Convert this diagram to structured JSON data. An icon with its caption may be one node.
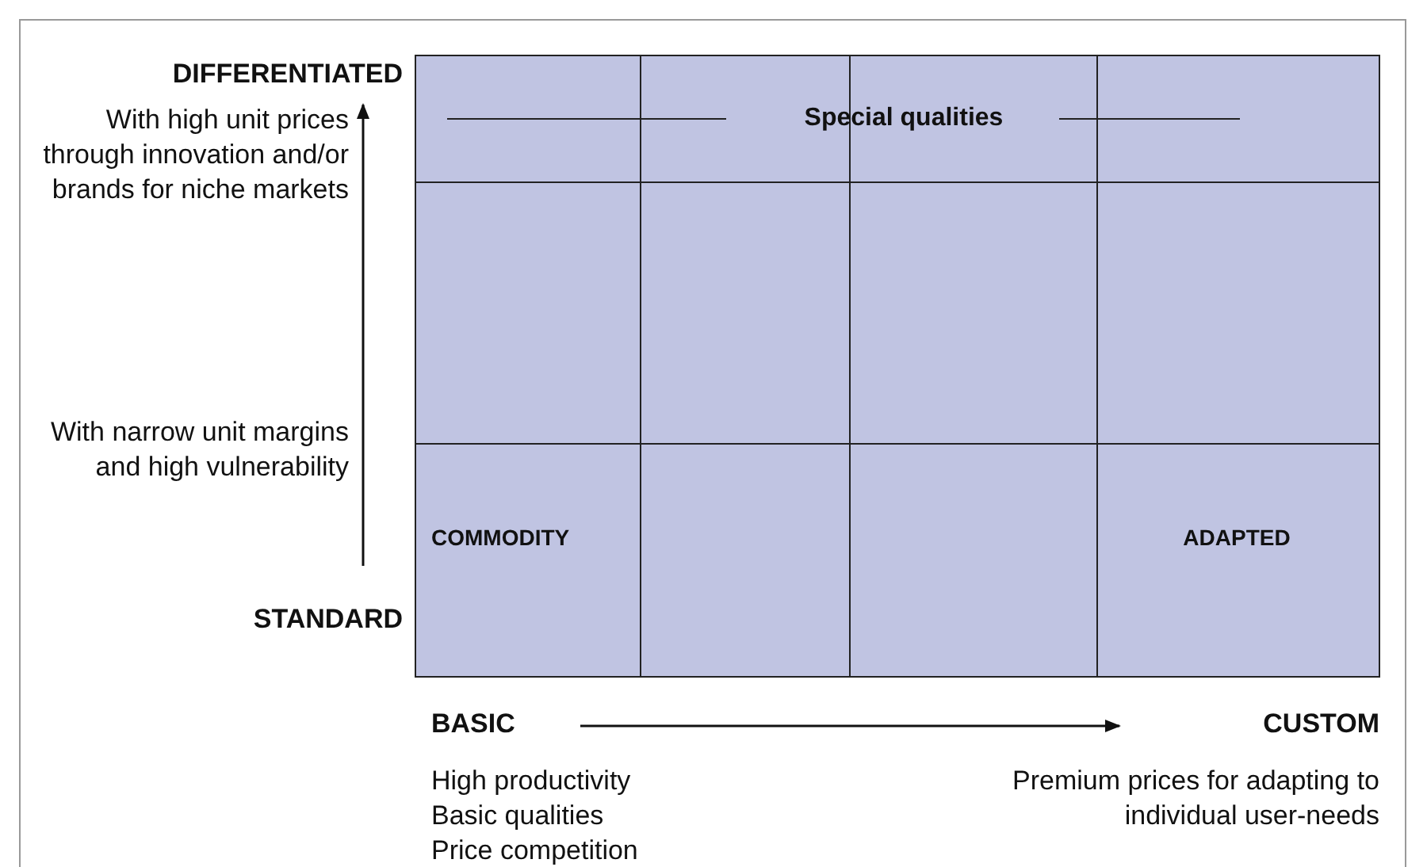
{
  "diagram": {
    "labels": [
      "DIFFERENTIATED",
      "With high unit prices through innovation and/or brands for niche markets",
      "With narrow unit margins and high vulnerability",
      "STANDARD",
      "Special qualities",
      "COMMODITY",
      "ADAPTED",
      "BASIC",
      "CUSTOM",
      "High productivity",
      "Basic qualities",
      "Price competition",
      "Premium prices for adapting to individual user-needs"
    ]
  }
}
